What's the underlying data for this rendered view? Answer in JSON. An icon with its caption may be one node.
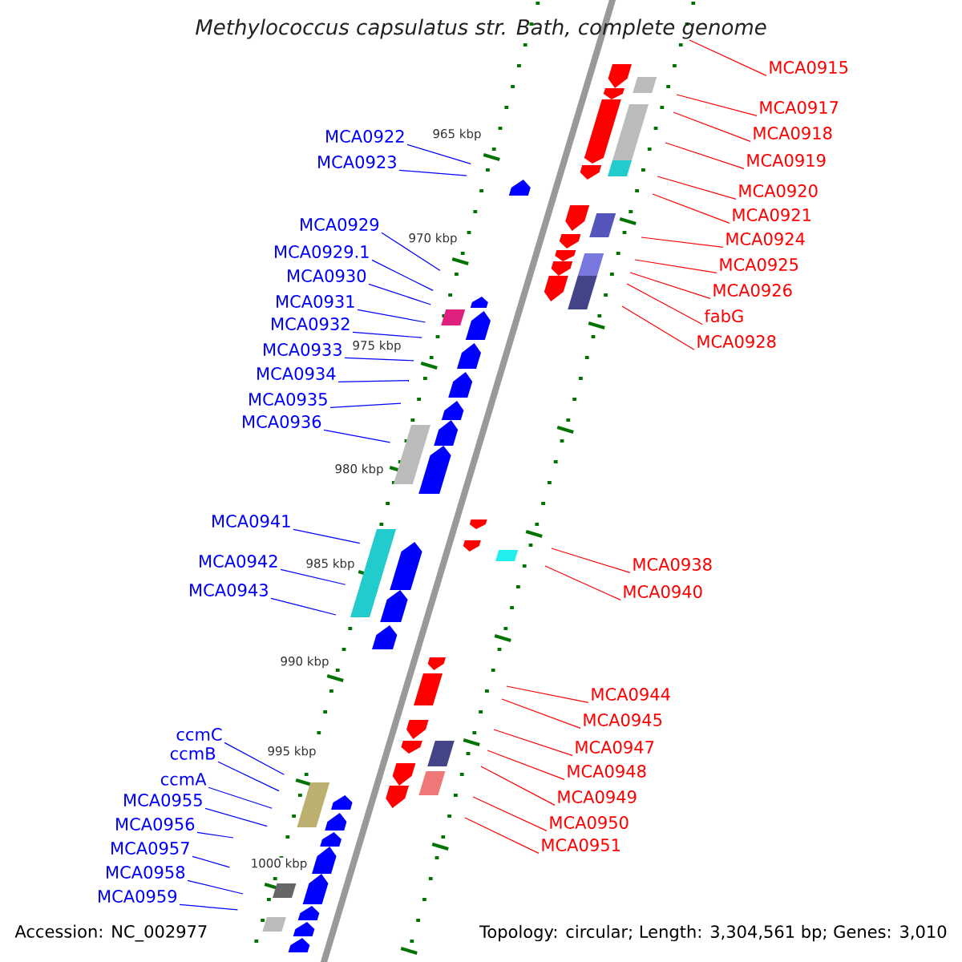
{
  "diagram": {
    "title": "Methylococcus capsulatus str. Bath, complete genome",
    "nodes": [
      {
        "text": [
          "MCA0922"
        ]
      },
      {
        "text": [
          "MCA0923"
        ]
      },
      {
        "text": [
          "MCA0929"
        ]
      },
      {
        "text": [
          "MCA0929.1"
        ]
      },
      {
        "text": [
          "MCA0930"
        ]
      },
      {
        "text": [
          "MCA0931"
        ]
      },
      {
        "text": [
          "MCA0932"
        ]
      },
      {
        "text": [
          "MCA0933"
        ]
      },
      {
        "text": [
          "MCA0934"
        ]
      },
      {
        "text": [
          "MCA0935"
        ]
      },
      {
        "text": [
          "MCA0936"
        ]
      },
      {
        "text": [
          "MCA0941"
        ]
      },
      {
        "text": [
          "MCA0942"
        ]
      },
      {
        "text": [
          "MCA0943"
        ]
      },
      {
        "text": [
          "ccmC"
        ]
      },
      {
        "text": [
          "ccmB"
        ]
      },
      {
        "text": [
          "ccmA"
        ]
      },
      {
        "text": [
          "MCA0955"
        ]
      },
      {
        "text": [
          "MCA0956"
        ]
      },
      {
        "text": [
          "MCA0957"
        ]
      },
      {
        "text": [
          "MCA0958"
        ]
      },
      {
        "text": [
          "MCA0959"
        ]
      },
      {
        "text": [
          "MCA0915"
        ]
      },
      {
        "text": [
          "MCA0917"
        ]
      },
      {
        "text": [
          "MCA0918"
        ]
      },
      {
        "text": [
          "MCA0919"
        ]
      },
      {
        "text": [
          "MCA0920"
        ]
      },
      {
        "text": [
          "MCA0921"
        ]
      },
      {
        "text": [
          "MCA0924"
        ]
      },
      {
        "text": [
          "MCA0925"
        ]
      },
      {
        "text": [
          "MCA0926"
        ]
      },
      {
        "text": [
          "fabG"
        ]
      },
      {
        "text": [
          "MCA0928"
        ]
      },
      {
        "text": [
          "MCA0938"
        ]
      },
      {
        "text": [
          "MCA0940"
        ]
      },
      {
        "text": [
          "MCA0944"
        ]
      },
      {
        "text": [
          "MCA0945"
        ]
      },
      {
        "text": [
          "MCA0947"
        ]
      },
      {
        "text": [
          "MCA0948"
        ]
      },
      {
        "text": [
          "MCA0949"
        ]
      },
      {
        "text": [
          "MCA0950"
        ]
      },
      {
        "text": [
          "MCA0951"
        ]
      }
    ],
    "edges": [
      {
        "from": 0,
        "to": null,
        "arrow": "none"
      },
      {
        "from": 1,
        "to": null,
        "arrow": "none"
      },
      {
        "from": 2,
        "to": null,
        "arrow": "none"
      },
      {
        "from": 3,
        "to": null,
        "arrow": "none"
      },
      {
        "from": 4,
        "to": null,
        "arrow": "none"
      },
      {
        "from": 5,
        "to": null,
        "arrow": "none"
      },
      {
        "from": 6,
        "to": null,
        "arrow": "none"
      },
      {
        "from": 7,
        "to": null,
        "arrow": "none"
      },
      {
        "from": 8,
        "to": null,
        "arrow": "none"
      },
      {
        "from": 9,
        "to": null,
        "arrow": "none"
      },
      {
        "from": 10,
        "to": null,
        "arrow": "none"
      },
      {
        "from": 11,
        "to": null,
        "arrow": "none"
      },
      {
        "from": 12,
        "to": null,
        "arrow": "none"
      },
      {
        "from": 13,
        "to": null,
        "arrow": "none"
      },
      {
        "from": 14,
        "to": null,
        "arrow": "none"
      },
      {
        "from": 15,
        "to": null,
        "arrow": "none"
      },
      {
        "from": 16,
        "to": null,
        "arrow": "none"
      },
      {
        "from": 17,
        "to": null,
        "arrow": "none"
      },
      {
        "from": 18,
        "to": null,
        "arrow": "none"
      },
      {
        "from": 19,
        "to": null,
        "arrow": "none"
      },
      {
        "from": 20,
        "to": null,
        "arrow": "none"
      },
      {
        "from": 21,
        "to": null,
        "arrow": "none"
      },
      {
        "from": 22,
        "to": null,
        "arrow": "none",
        "color": "#ff0000"
      },
      {
        "from": 23,
        "to": null,
        "arrow": "none",
        "color": "#ff0000"
      },
      {
        "from": 24,
        "to": null,
        "arrow": "none",
        "color": "#ff0000"
      },
      {
        "from": 25,
        "to": null,
        "arrow": "none",
        "color": "#ff0000"
      },
      {
        "from": 26,
        "to": null,
        "arrow": "none",
        "color": "#ff0000"
      },
      {
        "from": 27,
        "to": null,
        "arrow": "none",
        "color": "#ff0000"
      },
      {
        "from": 28,
        "to": null,
        "arrow": "none",
        "color": "#ff0000"
      },
      {
        "from": 29,
        "to": null,
        "arrow": "none",
        "color": "#ff0000"
      },
      {
        "from": 30,
        "to": null,
        "arrow": "none",
        "color": "#ff0000"
      },
      {
        "from": 31,
        "to": null,
        "arrow": "none",
        "color": "#ff0000"
      },
      {
        "from": 32,
        "to": null,
        "arrow": "none",
        "color": "#ff0000"
      },
      {
        "from": 33,
        "to": null,
        "arrow": "none",
        "color": "#ff0000"
      },
      {
        "from": 34,
        "to": null,
        "arrow": "none",
        "color": "#ff0000"
      },
      {
        "from": 35,
        "to": null,
        "arrow": "none",
        "color": "#ff0000"
      },
      {
        "from": 36,
        "to": null,
        "arrow": "none",
        "color": "#ff0000"
      },
      {
        "from": 37,
        "to": null,
        "arrow": "none",
        "color": "#ff0000"
      },
      {
        "from": 38,
        "to": null,
        "arrow": "none",
        "color": "#ff0000"
      },
      {
        "from": 39,
        "to": null,
        "arrow": "none",
        "color": "#ff0000"
      },
      {
        "from": 40,
        "to": null,
        "arrow": "none",
        "color": "#ff0000"
      },
      {
        "from": 41,
        "to": null,
        "arrow": "none",
        "color": "#ff0000"
      }
    ],
    "labels": [
      "965 kbp",
      "970 kbp",
      "975 kbp",
      "980 kbp",
      "985 kbp",
      "990 kbp",
      "995 kbp",
      "1000 kbp",
      "Accession: NC_002977",
      "Topology: circular; Length: 3,304,561 bp; Genes: 3,010"
    ]
  }
}
